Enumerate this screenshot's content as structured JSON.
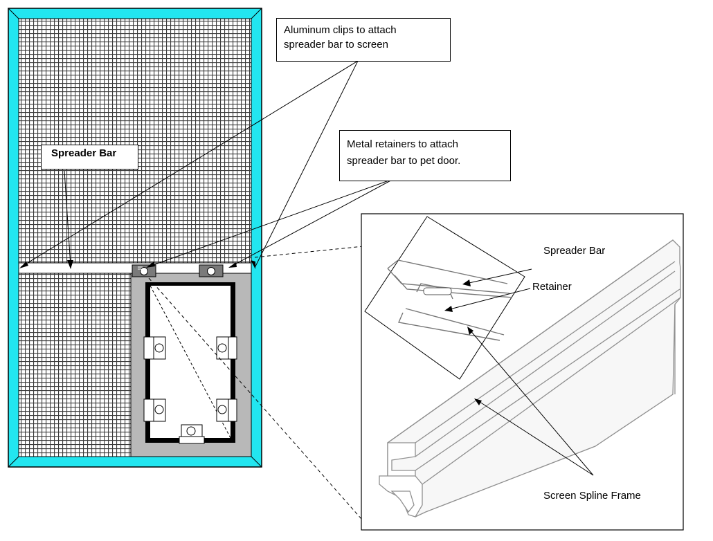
{
  "labels": {
    "aluminum_clips": [
      "Aluminum clips to attach",
      "spreader bar to screen"
    ],
    "metal_retainers": [
      "Metal retainers to attach",
      "spreader bar to pet door."
    ],
    "spreader_bar_main": "Spreader Bar",
    "detail_spreader_bar": "Spreader Bar",
    "detail_retainer": "Retainer",
    "detail_screen_spline_frame": "Screen Spline Frame"
  },
  "colors": {
    "frame_border": "#22e6f0",
    "pet_door_panel": "#b8b8b8",
    "retainer_gray": "#7a7a7a",
    "mesh_line": "#3a3a3a",
    "spline_profile": "#9a9a9a"
  },
  "icons": {
    "retainer": "retainer-icon",
    "clip": "clip-icon"
  }
}
